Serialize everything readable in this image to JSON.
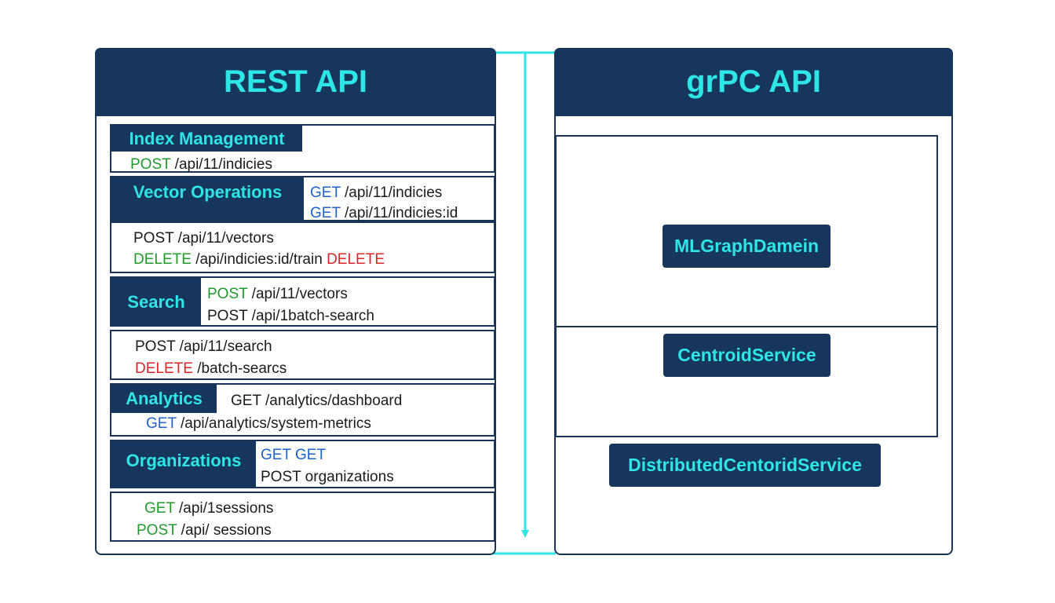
{
  "rest": {
    "title": "REST API",
    "sections": [
      {
        "tag": "Index Management",
        "lines": [
          {
            "method": "POST",
            "method_style": "post",
            "path": "/api/11/indicies"
          }
        ]
      },
      {
        "tag": "Vector Operations",
        "side_lines": [
          {
            "method": "GET",
            "method_style": "get",
            "path": "/api/11/indicies"
          },
          {
            "method": "GET",
            "method_style": "get",
            "path": "/api/11/indicies:id"
          }
        ]
      },
      {
        "lines": [
          {
            "method": "POST",
            "method_style": "plain",
            "path": "/api/11/vectors"
          },
          {
            "method": "DELETE",
            "method_style": "post",
            "path": "/api/indicies:id/train",
            "suffix": "DELETE"
          }
        ]
      },
      {
        "tag": "Search",
        "side_lines": [
          {
            "method": "POST",
            "method_style": "post",
            "path": "/api/11/vectors"
          },
          {
            "method": "POST",
            "method_style": "plain",
            "path": "/api/1batch-search"
          }
        ]
      },
      {
        "lines": [
          {
            "method": "POST",
            "method_style": "plain",
            "path": "/api/11/search"
          },
          {
            "method": "DELETE",
            "method_style": "delete",
            "path": "/batch-searcs"
          }
        ]
      },
      {
        "tag": "Analytics",
        "side_lines": [
          {
            "method": "GET",
            "method_style": "plain",
            "path": "/analytics/dashboard"
          }
        ],
        "lines": [
          {
            "method": "GET",
            "method_style": "get",
            "path": "/api/analytics/system-metrics"
          }
        ]
      },
      {
        "tag": "Organizations",
        "side_lines": [
          {
            "method": "GET GET",
            "method_style": "get",
            "path": ""
          },
          {
            "method": "POST",
            "method_style": "plain",
            "path": "organizations"
          }
        ]
      },
      {
        "lines": [
          {
            "method": "GET",
            "method_style": "post",
            "path": "/api/1sessions"
          },
          {
            "method": "POST",
            "method_style": "post",
            "path": "/api/ sessions"
          }
        ]
      }
    ]
  },
  "grpc": {
    "title": "grPC API",
    "services": [
      "MLGraphDamein",
      "CentroidService",
      "DistributedCentoridService"
    ]
  },
  "colors": {
    "navy": "#17365c",
    "cyan": "#2ee6e6",
    "get": "#1e63c9",
    "post": "#219a2c",
    "delete": "#d8262a"
  }
}
